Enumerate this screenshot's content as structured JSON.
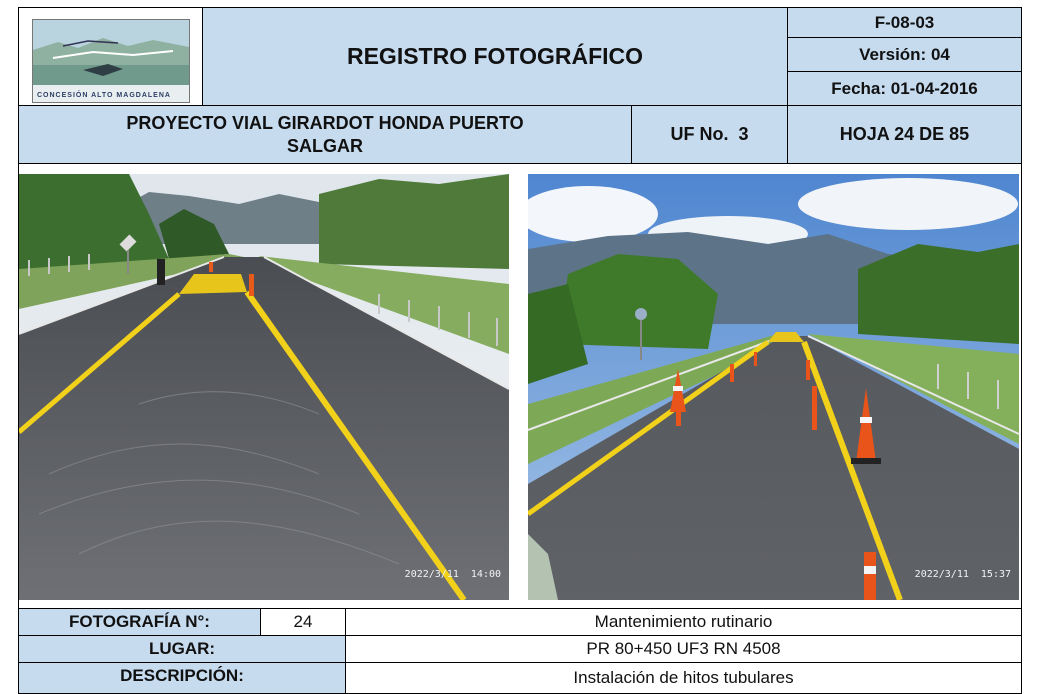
{
  "header": {
    "title": "REGISTRO FOTOGRÁFICO",
    "code": "F-08-03",
    "version": "Versión: 04",
    "date": "Fecha: 01-04-2016",
    "logo_text": "CONCESIÓN ALTO MAGDALENA"
  },
  "project": {
    "name_line1": "PROYECTO VIAL GIRARDOT HONDA PUERTO",
    "name_line2": "SALGAR",
    "uf": "UF No.  3",
    "sheet": "HOJA 24 DE 85"
  },
  "photos": [
    {
      "timestamp": "2022/3/11  14:00"
    },
    {
      "timestamp": "2022/3/11  15:37"
    }
  ],
  "info": {
    "photo_label": "FOTOGRAFÍA N°:",
    "photo_number": "24",
    "activity": "Mantenimiento rutinario",
    "place_label": "LUGAR:",
    "place_value": "PR 80+450 UF3 RN 4508",
    "description_label": "DESCRIPCIÓN:",
    "description_value": "Instalación de hitos tubulares"
  },
  "colors": {
    "header_fill": "#c7dbef",
    "road_line": "#f2d11a"
  }
}
